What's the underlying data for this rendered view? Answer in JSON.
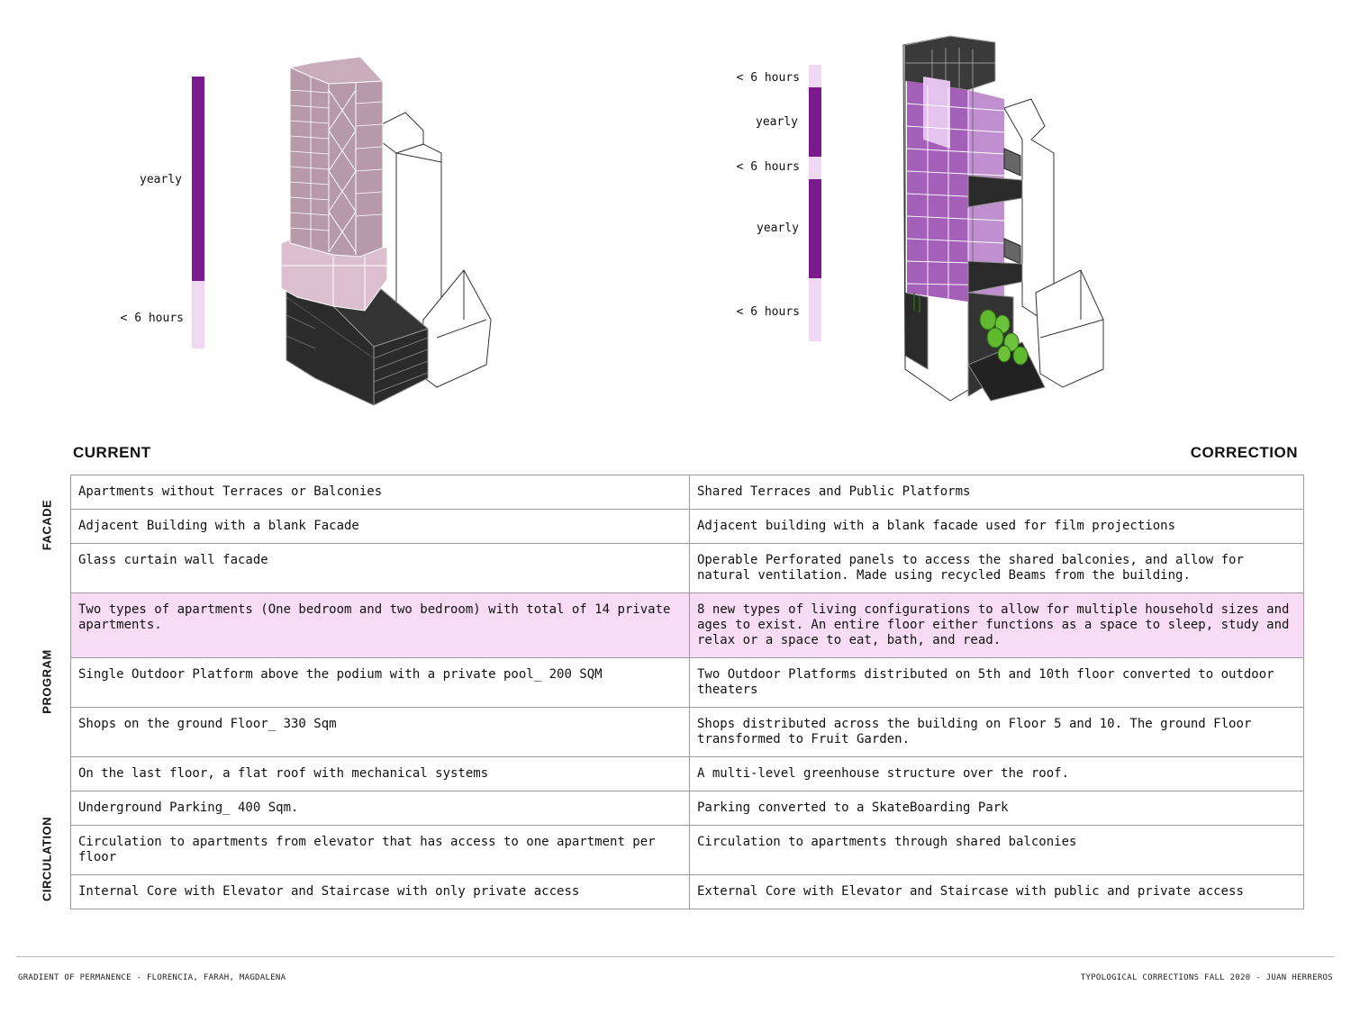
{
  "left_diagram": {
    "scale_labels": [
      "yearly",
      "< 6 hours"
    ]
  },
  "right_diagram": {
    "scale_labels": [
      "< 6 hours",
      "yearly",
      "< 6 hours",
      "yearly",
      "< 6 hours"
    ]
  },
  "colors": {
    "sun_yearly": "#7b1a8c",
    "sun_short": "#f1d9f3",
    "highlight_row": "#f8dcf6",
    "current_tower_pink": "#b79aa9",
    "facade_purple": "#9a4fb0"
  },
  "headings": {
    "current": "CURRENT",
    "correction": "CORRECTION"
  },
  "categories": [
    "FACADE",
    "PROGRAM",
    "CIRCULATION"
  ],
  "rows": [
    {
      "current": "Apartments without Terraces or Balconies",
      "correction": "Shared Terraces and Public Platforms"
    },
    {
      "current": "Adjacent Building with a blank Facade",
      "correction": "Adjacent building with a blank facade used for film projections"
    },
    {
      "current": "Glass curtain wall facade",
      "correction": "Operable Perforated panels to access the shared balconies, and allow for natural ventilation. Made using recycled Beams from the building."
    },
    {
      "current": "Two types of apartments (One bedroom and two bedroom) with total of 14 private apartments.",
      "correction": "8 new types of living configurations to allow for multiple household sizes and ages to exist. An entire floor either functions as a space to sleep, study and relax or a space to eat, bath, and read."
    },
    {
      "current": "Single Outdoor Platform above the podium with a private pool_ 200 SQM",
      "correction": "Two Outdoor Platforms distributed on 5th and 10th floor converted to outdoor theaters"
    },
    {
      "current": "Shops on the ground Floor_ 330 Sqm",
      "correction": "Shops distributed across the building on Floor 5 and 10. The ground Floor transformed to Fruit Garden."
    },
    {
      "current": "On the last floor, a flat roof with mechanical systems",
      "correction": "A multi-level greenhouse structure over the roof."
    },
    {
      "current": "Underground Parking_ 400 Sqm.",
      "correction": "Parking converted to a SkateBoarding Park"
    },
    {
      "current": "Circulation to apartments from elevator that has access to one apartment per floor",
      "correction": "Circulation to apartments through shared balconies"
    },
    {
      "current": "Internal Core with Elevator and Staircase with only private access",
      "correction": "External Core with Elevator and Staircase with public and private access"
    }
  ],
  "footer": {
    "left": "GRADIENT OF PERMANENCE - FLORENCIA, FARAH, MAGDALENA",
    "right": "TYPOLOGICAL CORRECTIONS FALL 2020 - JUAN HERREROS"
  }
}
